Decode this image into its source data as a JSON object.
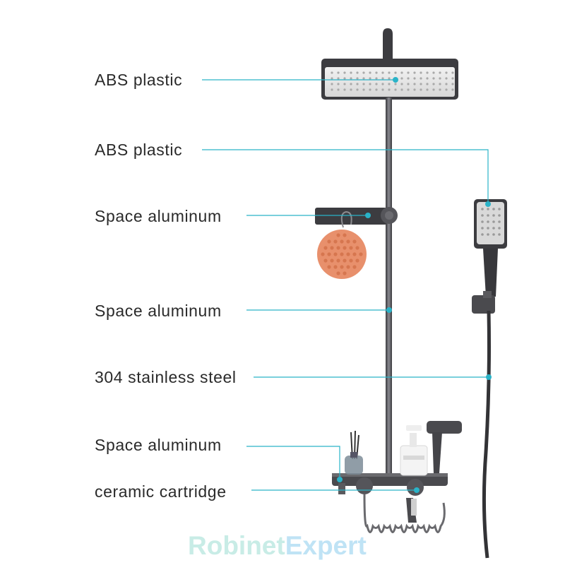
{
  "labels": {
    "shower_head": "ABS plastic",
    "hand_shower": "ABS plastic",
    "shelf": "Space aluminum",
    "rod": "Space aluminum",
    "hose": "304 stainless steel",
    "tray": "Space aluminum",
    "valve": "ceramic cartridge"
  },
  "brand": {
    "part1": "Robinet",
    "part2": "Expert"
  },
  "colors": {
    "leader_line": "#2ab3c8",
    "metal": "#4a4a4e",
    "sponge": "#e8906c",
    "brand_light": "#c8ece6"
  },
  "icons": {
    "shower_head": "rain-shower-head-icon",
    "hand_shower": "hand-shower-icon",
    "sponge": "bath-sponge-icon",
    "bottle": "soap-dispenser-icon",
    "diffuser": "reed-diffuser-icon"
  }
}
